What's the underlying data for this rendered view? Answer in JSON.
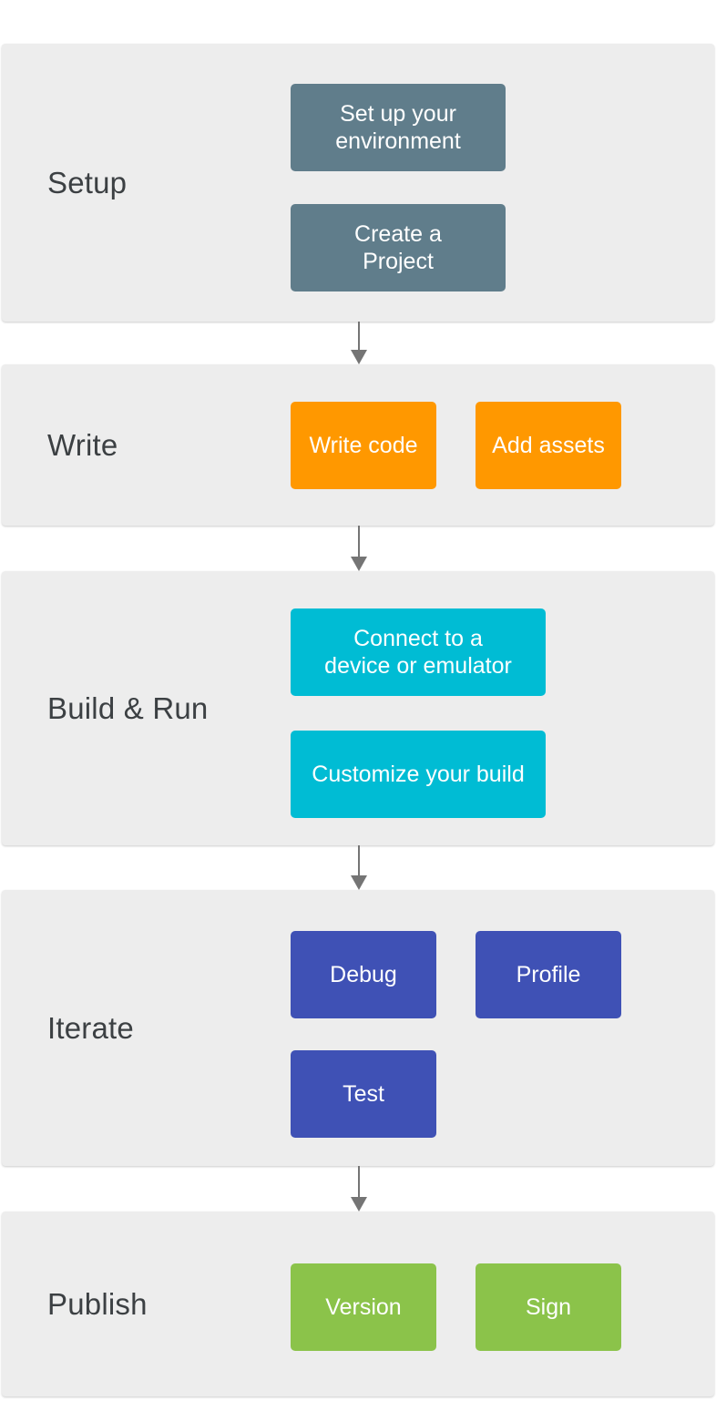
{
  "colors": {
    "page_background": "#ffffff",
    "band_background": "#ededed",
    "section_label_text": "#3c4043",
    "button_text": "#ffffff",
    "arrow": "#757575",
    "setup_accent": "#607d8b",
    "write_accent": "#ff9800",
    "build_run_accent": "#00bcd4",
    "iterate_accent": "#3f51b5",
    "publish_accent": "#8bc34a"
  },
  "sections": [
    {
      "label": "Setup",
      "color": "#607d8b",
      "buttons": [
        {
          "label": "Set up your\nenvironment"
        },
        {
          "label": "Create a\nProject"
        }
      ]
    },
    {
      "label": "Write",
      "color": "#ff9800",
      "buttons": [
        {
          "label": "Write code"
        },
        {
          "label": "Add assets"
        }
      ]
    },
    {
      "label": "Build & Run",
      "color": "#00bcd4",
      "buttons": [
        {
          "label": "Connect to a\ndevice or emulator"
        },
        {
          "label": "Customize your build"
        }
      ]
    },
    {
      "label": "Iterate",
      "color": "#3f51b5",
      "buttons": [
        {
          "label": "Debug"
        },
        {
          "label": "Profile"
        },
        {
          "label": "Test"
        }
      ]
    },
    {
      "label": "Publish",
      "color": "#8bc34a",
      "buttons": [
        {
          "label": "Version"
        },
        {
          "label": "Sign"
        }
      ]
    }
  ]
}
